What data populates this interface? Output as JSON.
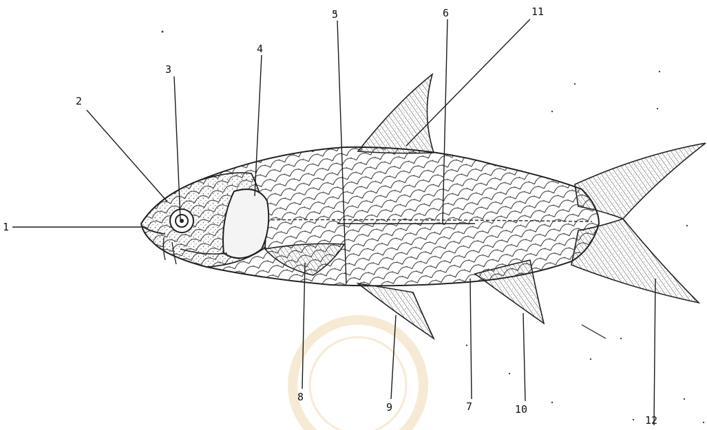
{
  "diagram": {
    "labels": [
      {
        "id": "1",
        "text": "1"
      },
      {
        "id": "2",
        "text": "2"
      },
      {
        "id": "3",
        "text": "3"
      },
      {
        "id": "4",
        "text": "4"
      },
      {
        "id": "5",
        "text": "5"
      },
      {
        "id": "6",
        "text": "6"
      },
      {
        "id": "7",
        "text": "7"
      },
      {
        "id": "8",
        "text": "8"
      },
      {
        "id": "9",
        "text": "9"
      },
      {
        "id": "10",
        "text": "10"
      },
      {
        "id": "11",
        "text": "11"
      },
      {
        "id": "12",
        "text": "12"
      }
    ]
  },
  "colors": {
    "ink": "#222222",
    "background": "#ffffff",
    "watermark": "#e9c58a"
  }
}
